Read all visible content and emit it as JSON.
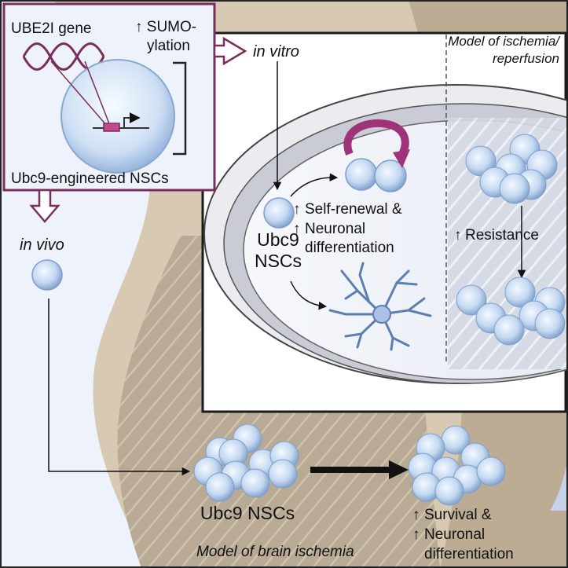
{
  "inset": {
    "gene_label": "UBE2I gene",
    "sumo_line1": "↑ SUMO-",
    "sumo_line2": "ylation",
    "cells_label": "Ubc9-engineered NSCs"
  },
  "in_vitro_label": "in vitro",
  "in_vivo_label": "in vivo",
  "model_ir_line1": "Model of ischemia/",
  "model_ir_line2": "reperfusion",
  "dish": {
    "ubc9_line1": "Ubc9",
    "ubc9_line2": "NSCs",
    "selfrenewal_line1": "Self-renewal &",
    "selfrenewal_line2": "Neuronal",
    "selfrenewal_line3": "differentiation",
    "resistance": "Resistance"
  },
  "bottom": {
    "ubc9_nscs": "Ubc9 NSCs",
    "survival_line1": "Survival &",
    "survival_line2": "Neuronal",
    "survival_line3": "differentiation",
    "model_brain": "Model of brain ischemia"
  },
  "colors": {
    "frame_purple": "#7a2e5c",
    "arrow_magenta": "#a0327a",
    "tissue": "#d7c9b4",
    "sky": "#eef2fa",
    "cell_fill": "#c9dcf3"
  }
}
